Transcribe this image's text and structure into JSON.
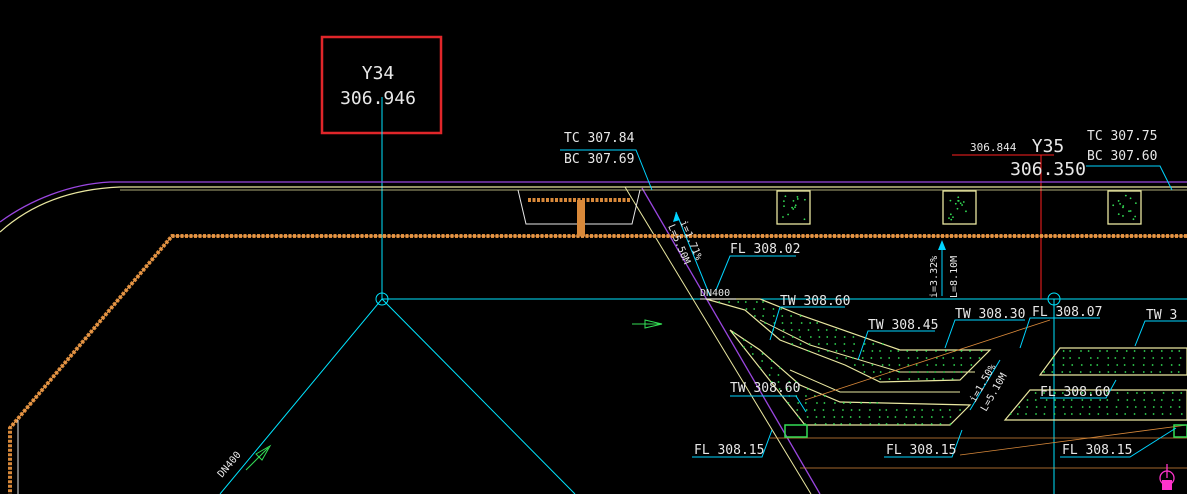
{
  "colors": {
    "background": "#000000",
    "gridline": "#00e5ff",
    "curb_yellow": "#e9e7a0",
    "wall_orange": "#d9893a",
    "hatch_green": "#33dd55",
    "label_white": "#e8e8e8",
    "leader_cyan": "#00d4ff",
    "selection_red": "#e0262a",
    "purple": "#9a46e0",
    "magenta": "#ff33cc",
    "slope_red": "#ff2020"
  },
  "points": {
    "y34": {
      "name": "Y34",
      "elev": "306.946"
    },
    "y35": {
      "name": "Y35",
      "elev": "306.350",
      "side_elev": "306.844"
    }
  },
  "labels": {
    "tc1": "TC 307.84",
    "bc1": "BC 307.69",
    "tc2": "TC 307.75",
    "bc2": "BC 307.60",
    "fl_308_02": "FL 308.02",
    "fl_308_07": "FL 308.07",
    "tw_308_60a": "TW 308.60",
    "tw_308_45": "TW 308.45",
    "tw_308_30": "TW 308.30",
    "tw_edge": "TW 3",
    "tw_308_60b": "TW 308.60",
    "fl_308_60": "FL 308.60",
    "fl_308_15a": "FL 308.15",
    "fl_308_15b": "FL 308.15",
    "fl_308_15c": "FL 308.15",
    "dn_top": "DN400",
    "dn_bottom": "DN400",
    "slope_a": "i=3.32%",
    "slope_a_len": "L=8.10M",
    "slope_b": "i=1.71%",
    "slope_b_len": "L=5.50M",
    "slope_c": "i=1.50%",
    "slope_c_len": "L=5.10M"
  },
  "icons": [
    "flow-arrow-icon",
    "pipe-node-icon",
    "ucs-marker-icon"
  ]
}
